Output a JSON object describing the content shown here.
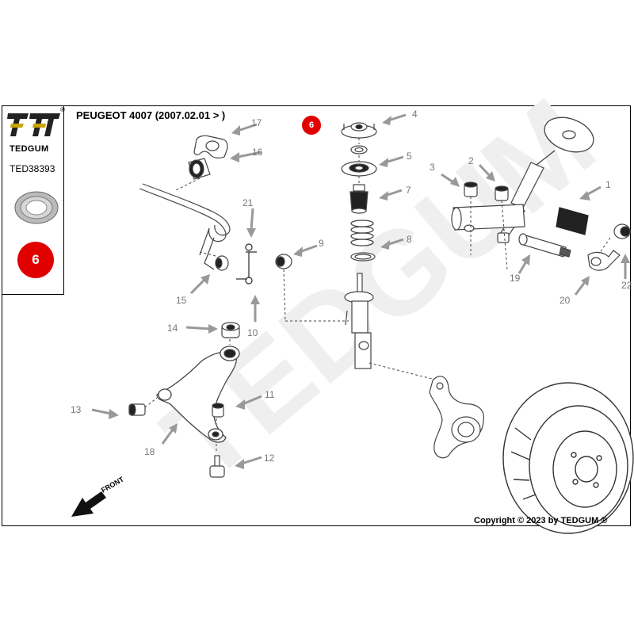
{
  "header": {
    "title": "PEUGEOT 4007 (2007.02.01 > )"
  },
  "sidebar": {
    "brand": "TEDGUM",
    "registered_mark": "®",
    "part_code": "TED38393",
    "highlight_number": "6"
  },
  "diagram": {
    "highlighted_callout": "6",
    "callouts": [
      "1",
      "2",
      "3",
      "4",
      "5",
      "7",
      "8",
      "9",
      "10",
      "11",
      "12",
      "13",
      "14",
      "15",
      "16",
      "17",
      "18",
      "19",
      "20",
      "21",
      "22"
    ],
    "front_label": "FRONT",
    "watermark": "TEDGUM"
  },
  "footer": {
    "copyright": "Copyright © 2023 by TEDGUM ®"
  },
  "colors": {
    "highlight": "#e00000",
    "logo_gold": "#c9a400",
    "callout_gray": "#888888",
    "watermark": "#eeeeee"
  }
}
